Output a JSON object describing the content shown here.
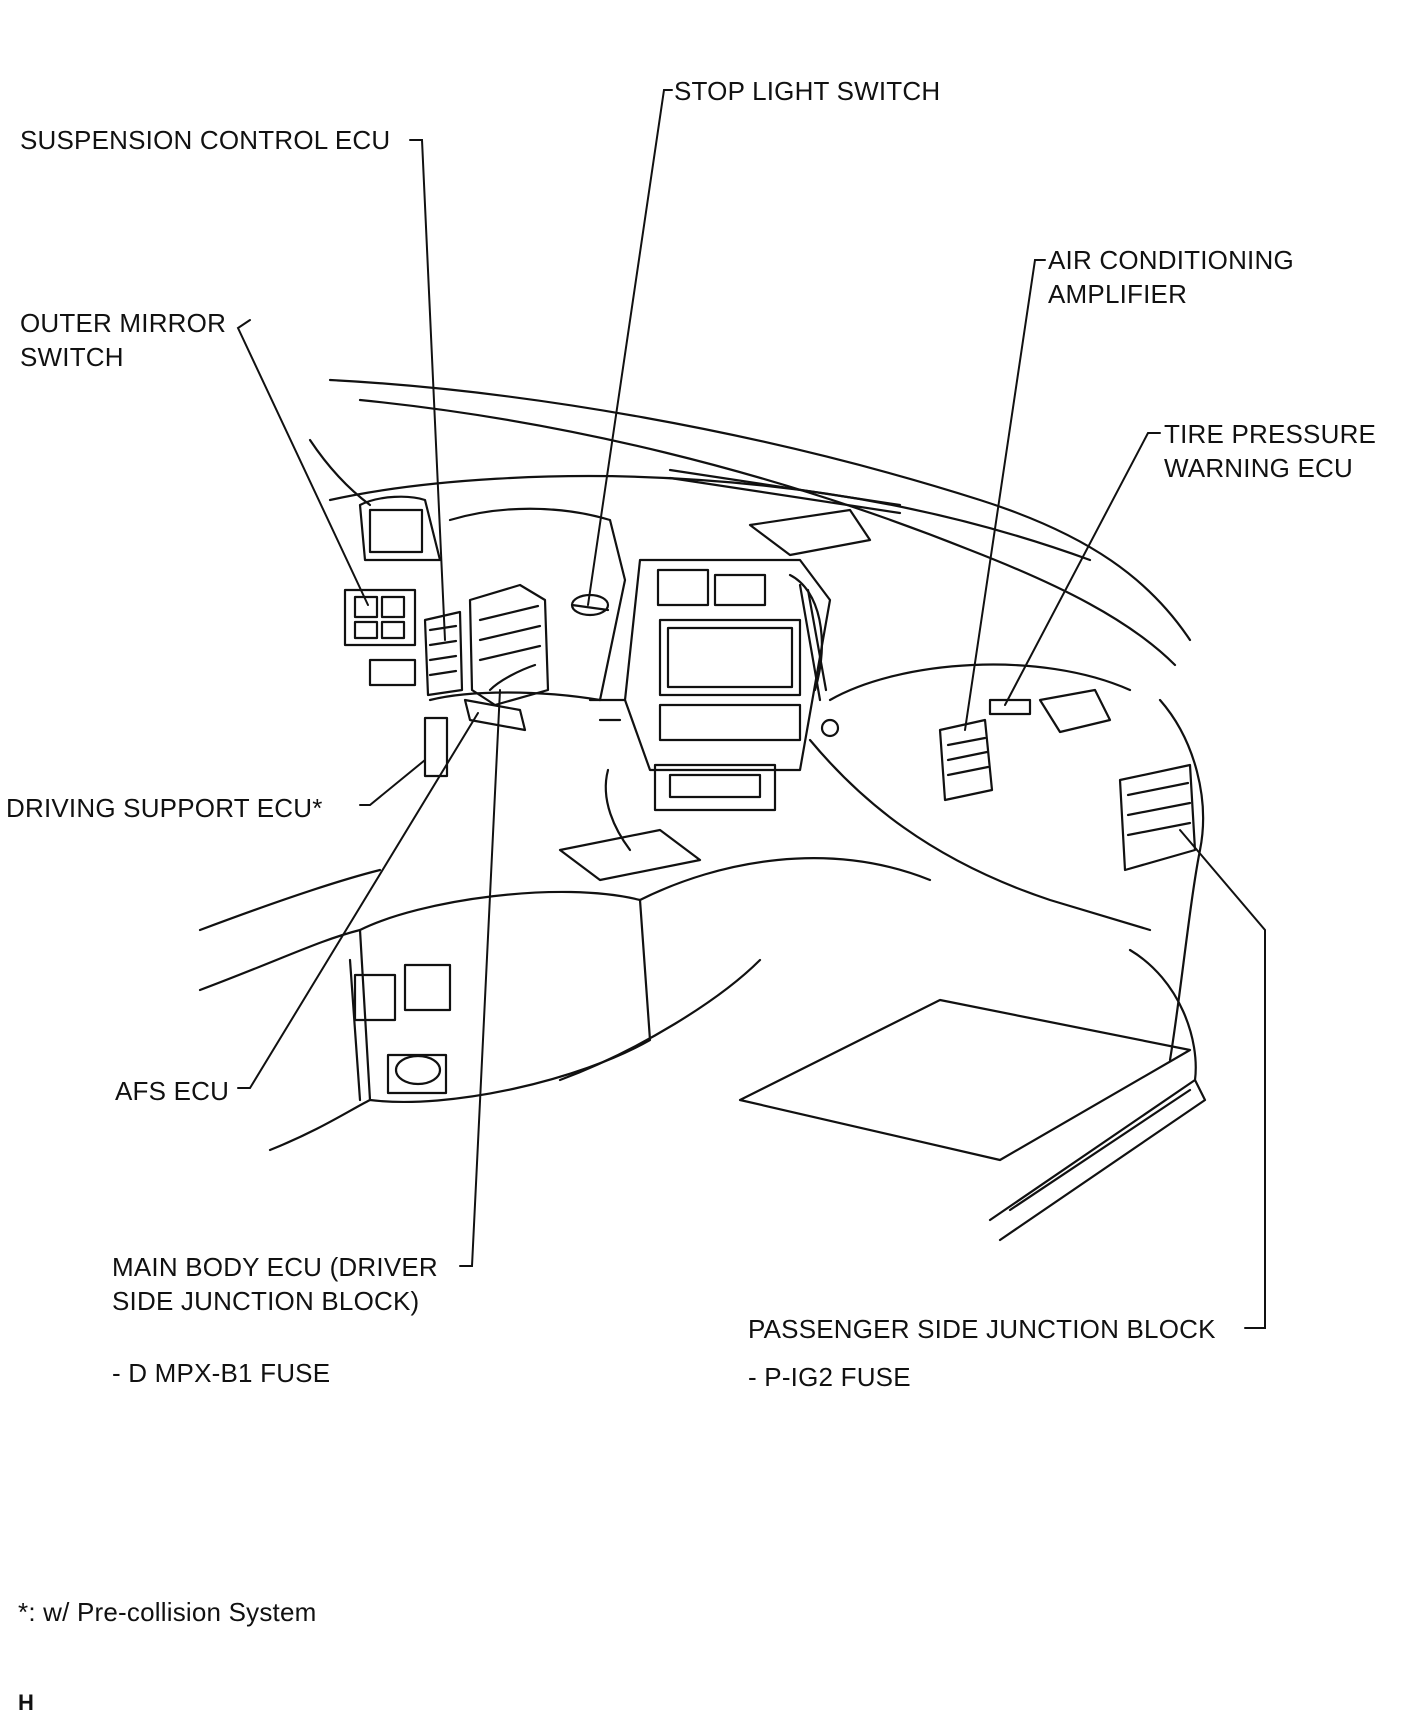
{
  "labels": {
    "stop_light_switch": "STOP LIGHT SWITCH",
    "suspension_control_ecu": "SUSPENSION CONTROL ECU",
    "air_conditioning_amplifier_1": "AIR CONDITIONING",
    "air_conditioning_amplifier_2": "AMPLIFIER",
    "outer_mirror_switch_1": "OUTER MIRROR",
    "outer_mirror_switch_2": "SWITCH",
    "tire_pressure_warning_ecu_1": "TIRE PRESSURE",
    "tire_pressure_warning_ecu_2": "WARNING ECU",
    "driving_support_ecu": "DRIVING SUPPORT ECU*",
    "afs_ecu": "AFS ECU",
    "main_body_ecu_1": "MAIN BODY ECU (DRIVER",
    "main_body_ecu_2": "SIDE JUNCTION BLOCK)",
    "main_body_fuse": "- D MPX-B1 FUSE",
    "passenger_junction_block": "PASSENGER SIDE JUNCTION BLOCK",
    "passenger_fuse": "- P-IG2 FUSE"
  },
  "footnote": "*: w/ Pre-collision System",
  "figure_code": "H",
  "colors": {
    "line": "#111111",
    "background": "#ffffff"
  }
}
